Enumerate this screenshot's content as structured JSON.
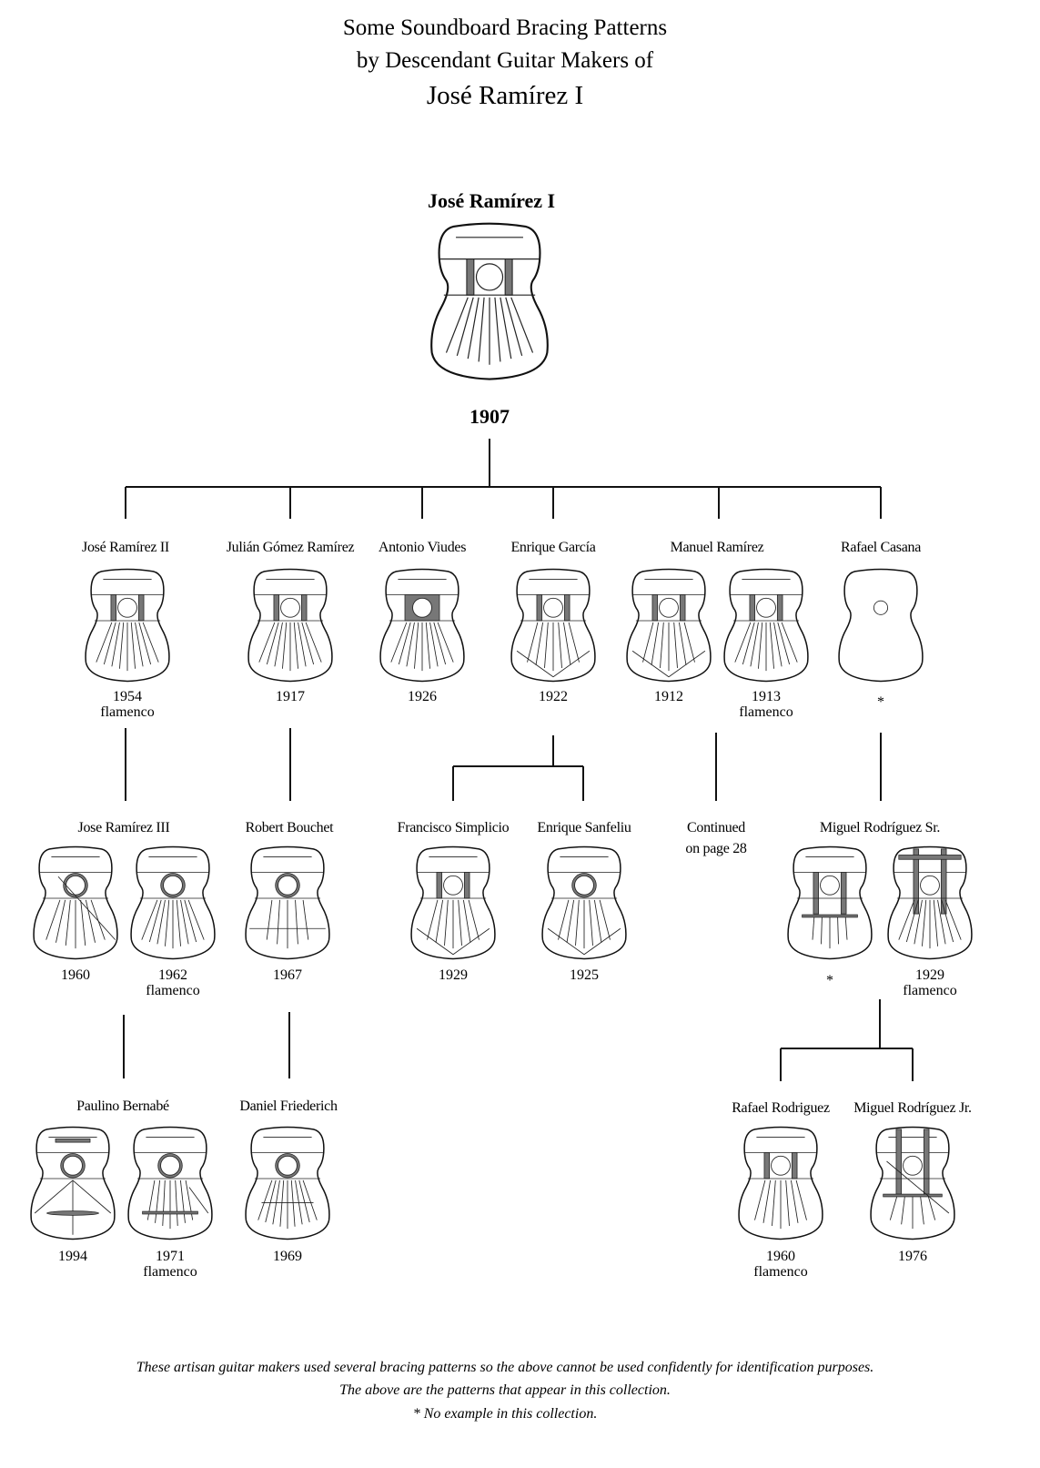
{
  "title": {
    "line1": "Some Soundboard Bracing Patterns",
    "line2": "by Descendant Guitar Makers of",
    "line3": "José Ramírez I"
  },
  "root": {
    "name": "José Ramírez I",
    "year": "1907"
  },
  "makers": [
    {
      "id": "jr2",
      "name": "José Ramírez II",
      "guitars": [
        {
          "year": "1954",
          "note": "flamenco"
        }
      ]
    },
    {
      "id": "jgr",
      "name": "Julián Gómez Ramírez",
      "guitars": [
        {
          "year": "1917"
        }
      ]
    },
    {
      "id": "av",
      "name": "Antonio Viudes",
      "guitars": [
        {
          "year": "1926"
        }
      ]
    },
    {
      "id": "eg",
      "name": "Enrique García",
      "guitars": [
        {
          "year": "1922"
        }
      ]
    },
    {
      "id": "mr",
      "name": "Manuel Ramírez",
      "guitars": [
        {
          "year": "1912"
        },
        {
          "year": "1913",
          "note": "flamenco"
        }
      ]
    },
    {
      "id": "rc",
      "name": "Rafael Casana",
      "guitars": [
        {
          "year": "*"
        }
      ]
    },
    {
      "id": "jr3",
      "name": "Jose Ramírez III",
      "guitars": [
        {
          "year": "1960"
        },
        {
          "year": "1962",
          "note": "flamenco"
        }
      ]
    },
    {
      "id": "rb",
      "name": "Robert Bouchet",
      "guitars": [
        {
          "year": "1967"
        }
      ]
    },
    {
      "id": "fs",
      "name": "Francisco Simplicio",
      "guitars": [
        {
          "year": "1929"
        }
      ]
    },
    {
      "id": "es",
      "name": "Enrique Sanfeliu",
      "guitars": [
        {
          "year": "1925"
        }
      ]
    },
    {
      "id": "cont",
      "name": "Continued",
      "sub": "on page 28",
      "guitars": []
    },
    {
      "id": "mrs",
      "name": "Miguel Rodríguez Sr.",
      "guitars": [
        {
          "year": "*"
        },
        {
          "year": "1929",
          "note": "flamenco"
        }
      ]
    },
    {
      "id": "pb",
      "name": "Paulino Bernabé",
      "guitars": [
        {
          "year": "1994"
        },
        {
          "year": "1971",
          "note": "flamenco"
        }
      ]
    },
    {
      "id": "df",
      "name": "Daniel Friederich",
      "guitars": [
        {
          "year": "1969"
        }
      ]
    },
    {
      "id": "rr",
      "name": "Rafael Rodriguez",
      "guitars": [
        {
          "year": "1960",
          "note": "flamenco"
        }
      ]
    },
    {
      "id": "mrj",
      "name": "Miguel Rodríguez Jr.",
      "guitars": [
        {
          "year": "1976"
        }
      ]
    }
  ],
  "footer": {
    "line1": "These artisan guitar makers used several bracing patterns so the above cannot be used confidently for identification purposes.",
    "line2": "The above are the patterns that appear in this collection.",
    "line3": "* No example in this collection."
  }
}
